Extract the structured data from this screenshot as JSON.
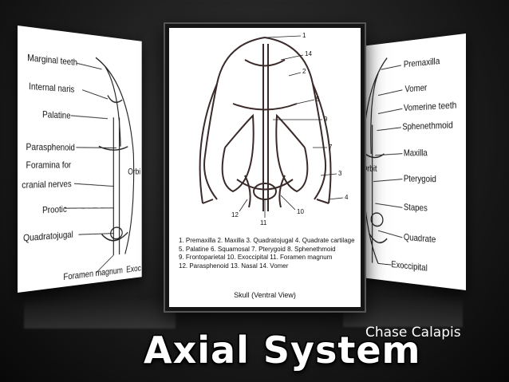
{
  "left_panel": {
    "labels": [
      "Marginal teeth",
      "Internal naris",
      "Palatine",
      "Parasphenoid",
      "Foramina for",
      "cranial nerves",
      "Prootic",
      "Quadratojugal",
      "Foramen magnum",
      "Exoc",
      "Orbi"
    ]
  },
  "right_panel": {
    "labels": [
      "Premaxilla",
      "Vomer",
      "Vomerine teeth",
      "Sphenethmoid",
      "Maxilla",
      "Orbit",
      "Pterygoid",
      "Stapes",
      "Quadrate",
      "Exoccipital"
    ]
  },
  "center_panel": {
    "numbers": [
      "1",
      "14",
      "2",
      "5",
      "9",
      "7",
      "3",
      "4",
      "10",
      "12",
      "11"
    ],
    "legend": [
      "1. Premaxilla 2. Maxilla 3. Quadratojugal 4. Quadrate cartilage",
      "5. Palatine 6. Squamosal 7. Pterygoid 8. Sphenethmoid",
      "9. Frontoparietal 10. Exoccipital 11. Foramen magnum",
      "12. Parasphenoid 13. Nasal 14. Vomer"
    ],
    "caption": "Skull (Ventral View)"
  },
  "slide": {
    "title": "Axial System",
    "author": "Chase Calapis"
  }
}
